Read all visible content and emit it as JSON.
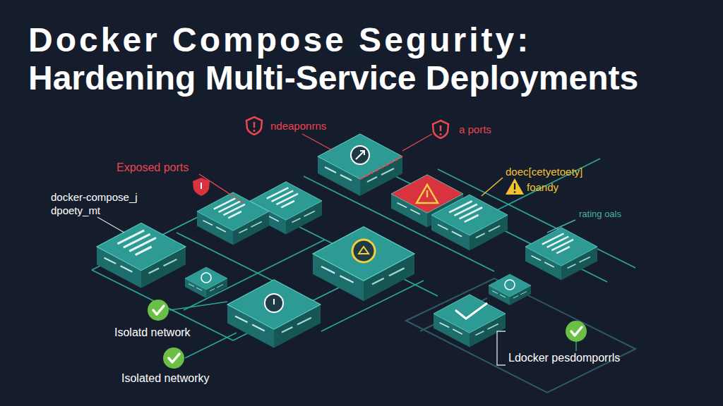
{
  "diagram": {
    "title": "Docker Compose Segurity: Hardening Multi-Service Deployments",
    "labels": [
      "ndeaponrns",
      "a ports",
      "Exposed ports",
      "doec[cetyetoety]",
      "foandy",
      "docker-compose_j",
      "dpoety_mt",
      "rating oals",
      "Isolatd network",
      "Ldocker pesdomporrls",
      "Isolated networky"
    ]
  }
}
